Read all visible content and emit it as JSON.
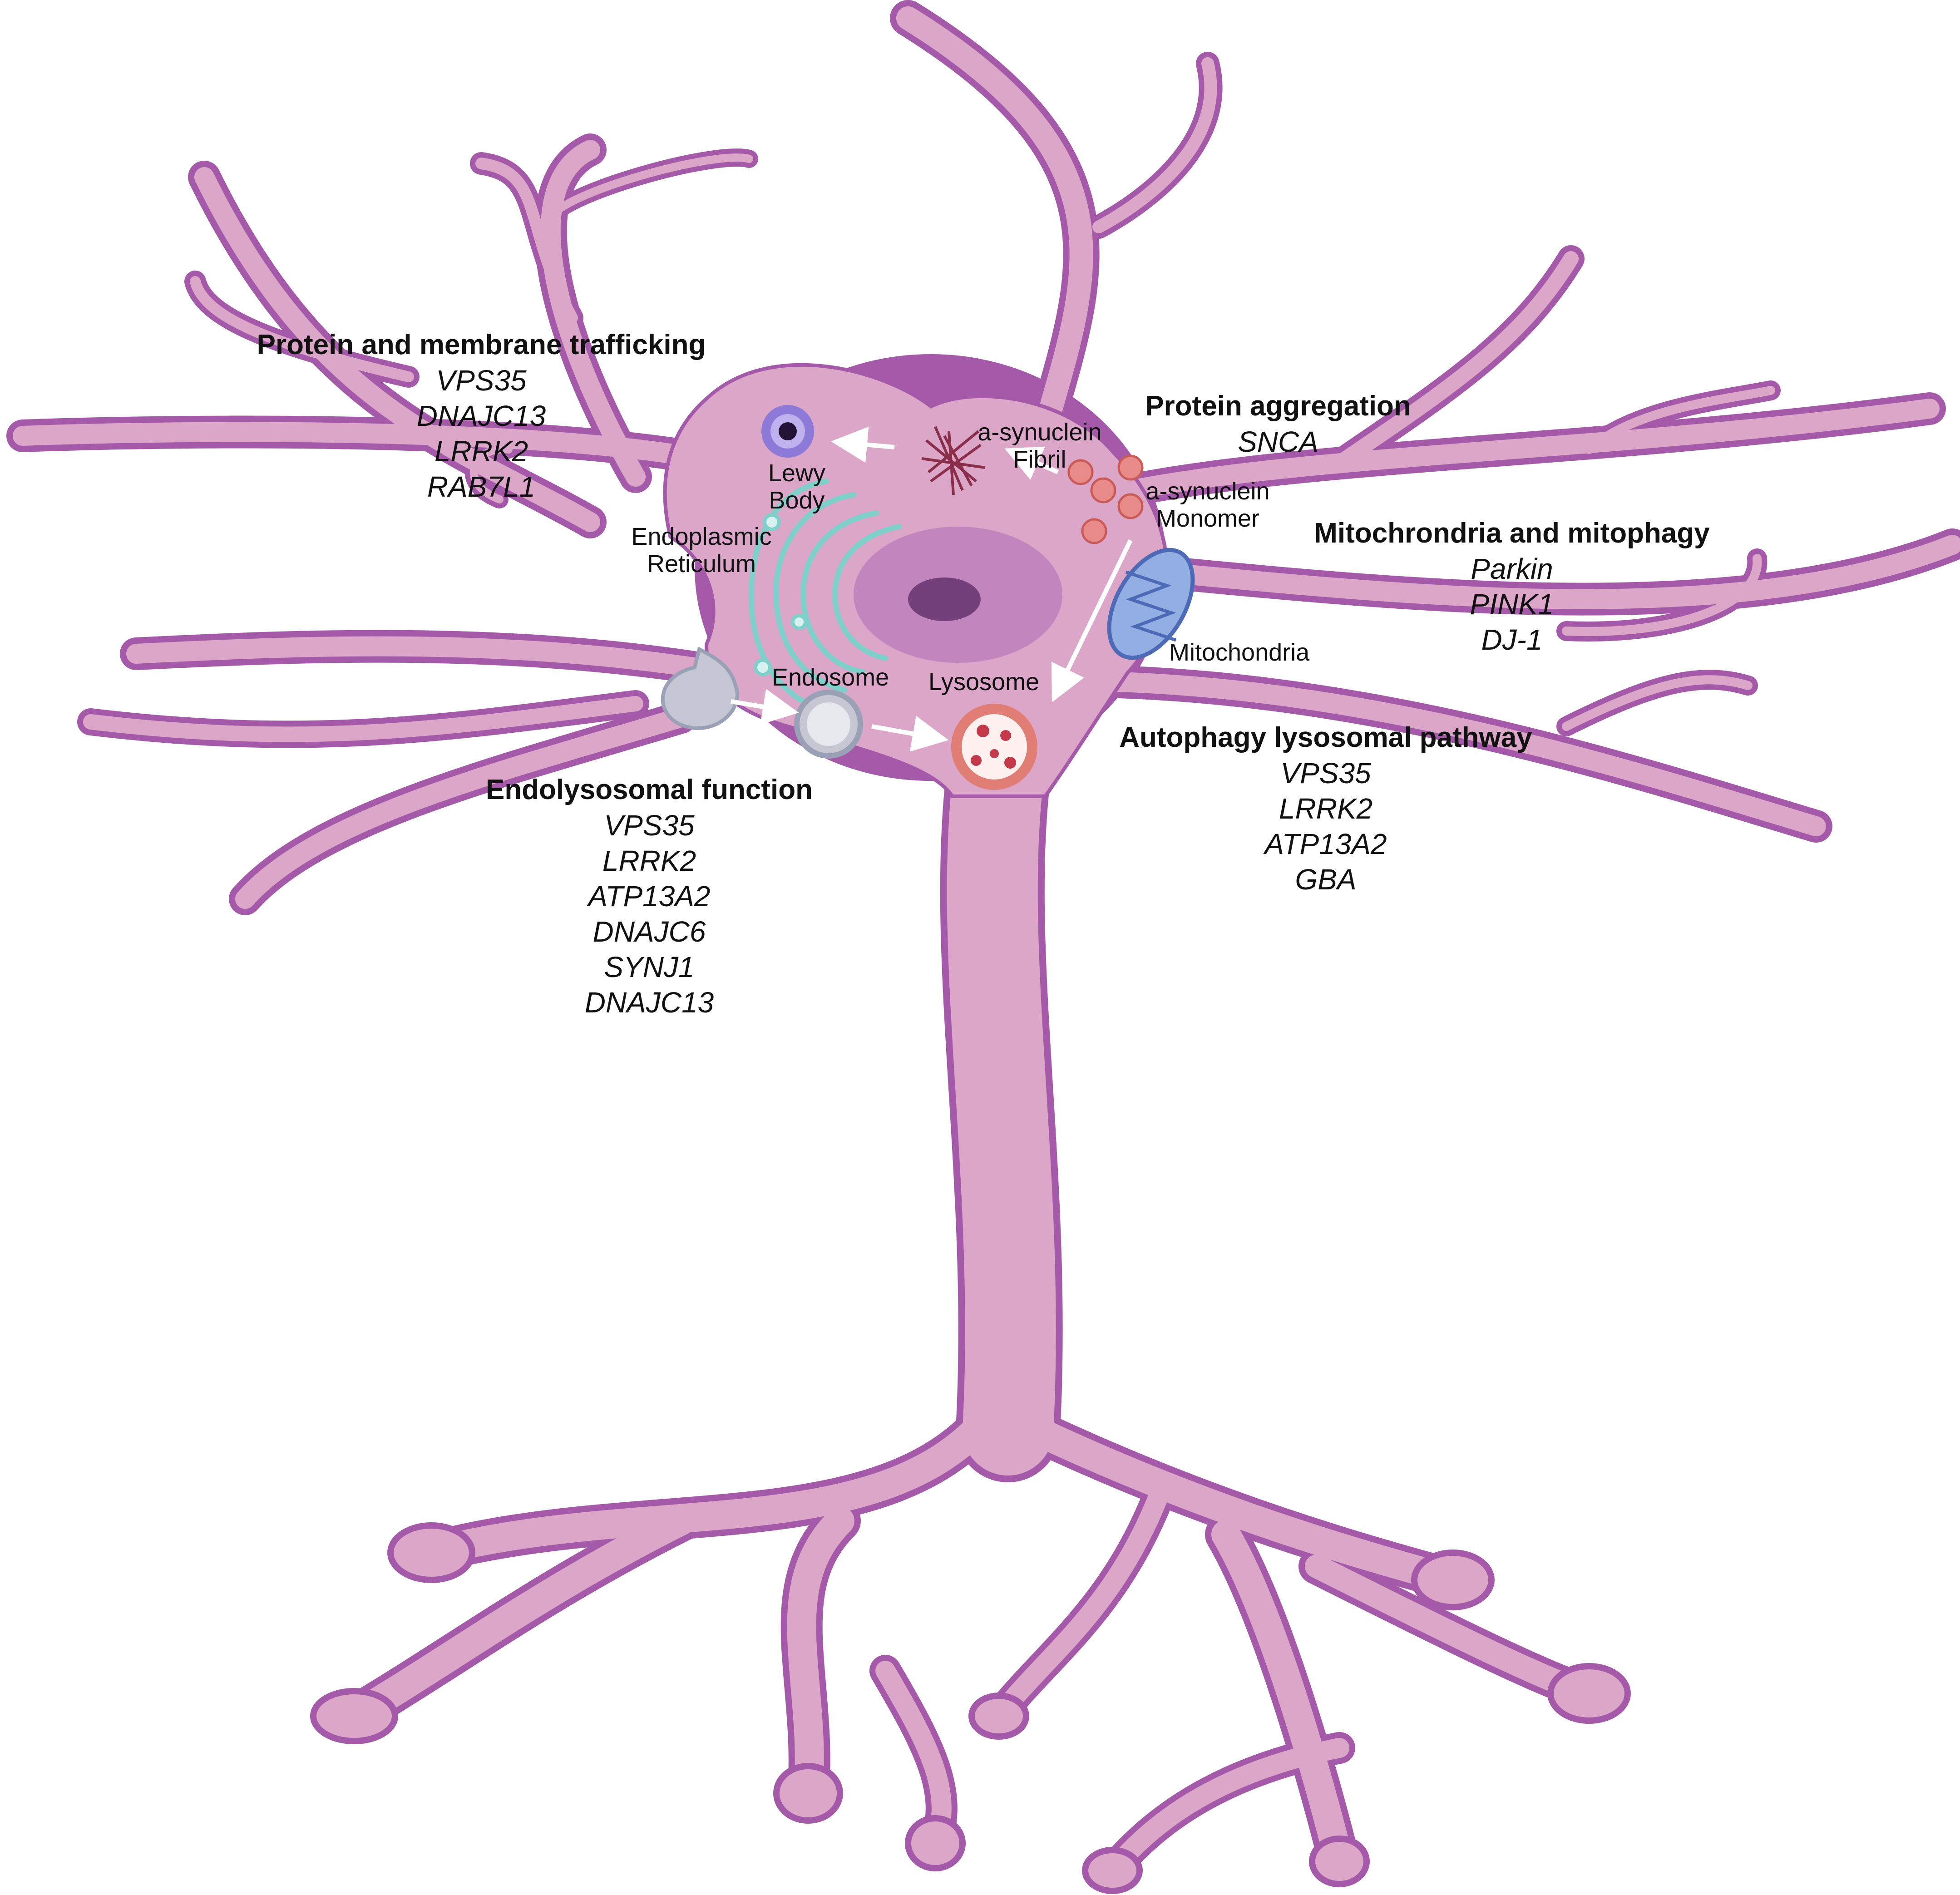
{
  "colors": {
    "membrane": "#a45aa8",
    "cytoplasm": "#dba6c8",
    "nucleus": "#c286bf",
    "nucleolus": "#74407c",
    "er": "#7fcfcb",
    "alpha_synuclein": "#e88a87",
    "mitochondria": "#93aee2",
    "lysosome_ring": "#e07d74",
    "lewy_body": "#8c79d8"
  },
  "icons": [
    "lewy-body-icon",
    "fibril-icon",
    "monomer-icon",
    "er-icon",
    "mitochondria-icon",
    "vesicle-icon",
    "endosome-icon",
    "lysosome-icon",
    "arrow-icon"
  ],
  "gene_groups": {
    "trafficking": {
      "title": "Protein and membrane trafficking",
      "genes": [
        "VPS35",
        "DNAJC13",
        "LRRK2",
        "RAB7L1"
      ]
    },
    "aggregation": {
      "title": "Protein aggregation",
      "genes": [
        "SNCA"
      ]
    },
    "mitochondria": {
      "title": "Mitochrondria and mitophagy",
      "genes": [
        "Parkin",
        "PINK1",
        "DJ-1"
      ]
    },
    "autophagy": {
      "title": "Autophagy lysosomal pathway",
      "genes": [
        "VPS35",
        "LRRK2",
        "ATP13A2",
        "GBA"
      ]
    },
    "endolysosomal": {
      "title": "Endolysosomal function",
      "genes": [
        "VPS35",
        "LRRK2",
        "ATP13A2",
        "DNAJC6",
        "SYNJ1",
        "DNAJC13"
      ]
    }
  },
  "organelles": {
    "lewy_body": [
      "Lewy",
      "Body"
    ],
    "fibril": [
      "a-synuclein",
      "Fibril"
    ],
    "monomer": [
      "a-synuclein",
      "Monomer"
    ],
    "er": [
      "Endoplasmic",
      "Reticulum"
    ],
    "mitochondria": [
      "Mitochondria"
    ],
    "endosome": [
      "Endosome"
    ],
    "lysosome": [
      "Lysosome"
    ]
  }
}
